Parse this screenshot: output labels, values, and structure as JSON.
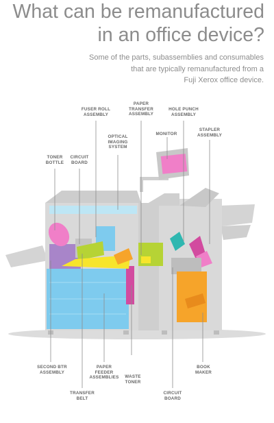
{
  "header": {
    "title_line1": "What can be remanufactured",
    "title_line2": "in an office device?",
    "subtitle_line1": "Some of the parts, subassemblies and consumables",
    "subtitle_line2": "that are typically remanufactured from a",
    "subtitle_line3": "Fuji Xerox office device."
  },
  "labels": {
    "fuser_roll": "FUSER ROLL\nASSEMBLY",
    "paper_transfer": "PAPER\nTRANSFER\nASSEMBLY",
    "hole_punch": "HOLE PUNCH\nASSEMBLY",
    "monitor": "MONITOR",
    "stapler": "STAPLER\nASSEMBLY",
    "optical_imaging": "OPTICAL\nIMAGING\nSYSTEM",
    "toner_bottle": "TONER\nBOTTLE",
    "circuit_board_top": "CIRCUIT\nBOARD",
    "second_btr": "SECOND BTR\nASSEMBLY",
    "paper_feeder": "PAPER\nFEEDER\nASSEMBLIES",
    "waste_toner": "WASTE\nTONER",
    "book_maker": "BOOK\nMAKER",
    "transfer_belt": "TRANSFER\nBELT",
    "circuit_board_bottom": "CIRCUIT\nBOARD"
  },
  "colors": {
    "title_gray": "#8c8c8c",
    "label_gray": "#666666",
    "machine_gray": "#d9d9d9",
    "machine_dark": "#c4c4c4",
    "blue": "#7ecbee",
    "pink": "#f07fc8",
    "magenta": "#d24b9f",
    "lime": "#b6d335",
    "yellow": "#f7e52c",
    "orange": "#f6a42a",
    "teal": "#2fb7b0",
    "purple": "#a885c9"
  }
}
